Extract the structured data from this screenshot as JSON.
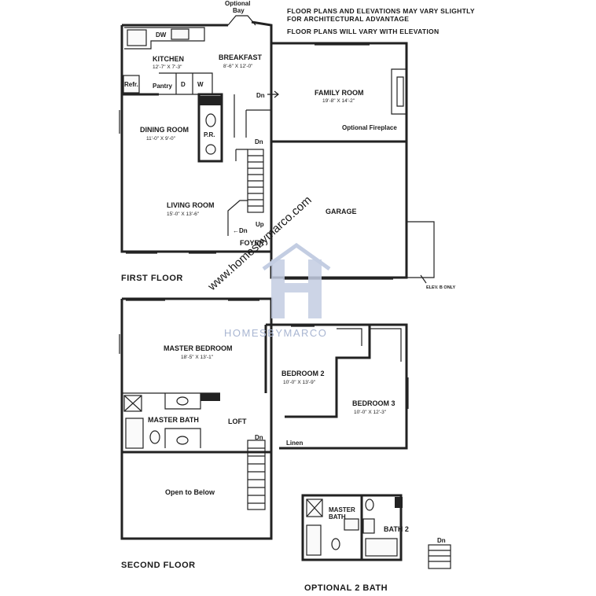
{
  "notes": {
    "line1": "FLOOR PLANS AND ELEVATIONS MAY VARY SLIGHTLY",
    "line2": "FOR ARCHITECTURAL ADVANTAGE",
    "line3": "FLOOR PLANS WILL VARY WITH ELEVATION"
  },
  "first_floor": {
    "heading": "FIRST FLOOR",
    "optional_bay": [
      "Optional",
      "Bay"
    ],
    "rooms": {
      "kitchen": {
        "name": "KITCHEN",
        "dim": "12'-7\" X 7'-3\""
      },
      "breakfast": {
        "name": "BREAKFAST",
        "dim": "8'-6\" X 12'-0\""
      },
      "family_room": {
        "name": "FAMILY ROOM",
        "dim": "19'-8\" X 14'-2\""
      },
      "dining_room": {
        "name": "DINING ROOM",
        "dim": "11'-0\" X 9'-0\""
      },
      "living_room": {
        "name": "LIVING ROOM",
        "dim": "15'-0\" X 13'-6\""
      },
      "garage": {
        "name": "GARAGE"
      },
      "foyer": {
        "name": "FOYER"
      }
    },
    "labels": {
      "dw": "DW",
      "refr": "Refr.",
      "pantry": "Pantry",
      "d": "D",
      "w": "W",
      "pr": "P.R.",
      "dn_family": "Dn",
      "dn_stair": "Dn",
      "up": "Up",
      "dn_foyer": "←Dn",
      "fireplace": "Optional Fireplace",
      "elev_b": "ELEV. B ONLY"
    }
  },
  "second_floor": {
    "heading": "SECOND  FLOOR",
    "rooms": {
      "master_bedroom": {
        "name": "MASTER BEDROOM",
        "dim": "18'-5\" X 13'-1\""
      },
      "bedroom2": {
        "name": "BEDROOM 2",
        "dim": "10'-0\" X 13'-9\""
      },
      "bedroom3": {
        "name": "BEDROOM 3",
        "dim": "10'-0\" X 12'-3\""
      },
      "master_bath": {
        "name": "MASTER BATH"
      },
      "loft": {
        "name": "LOFT"
      },
      "open_below": {
        "name": "Open to Below"
      }
    },
    "labels": {
      "dn": "Dn",
      "linen": "Linen"
    }
  },
  "optional_bath": {
    "heading": "OPTIONAL 2 BATH",
    "master_bath": [
      "MASTER",
      "BATH"
    ],
    "bath2": "BATH 2",
    "dn": "Dn"
  },
  "watermark": {
    "url": "www.homesbymarco.com",
    "brand": "HOMESBYMARCO",
    "color": "#a9b6d2"
  }
}
